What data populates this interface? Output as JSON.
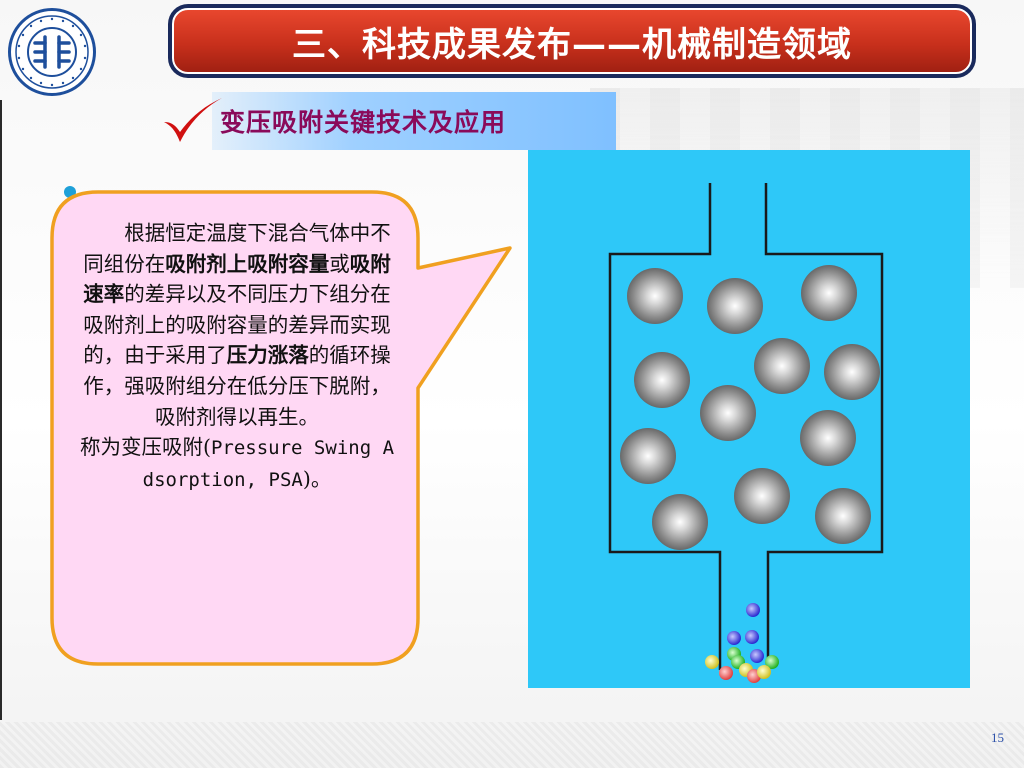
{
  "title": "三、科技成果发布——机械制造领域",
  "subtitle": "变压吸附关键技术及应用",
  "callout": {
    "p1_a": "根据恒定温度下混合气体中不同组份在",
    "p1_b1": "吸附剂上吸附容量",
    "p1_c": "或",
    "p1_b2": "吸附速率",
    "p1_d": "的差异以及不同压力下组分在吸附剂上的吸附容量的差异而实现的，由于采用了",
    "p1_b3": "压力涨落",
    "p1_e": "的循环操作，强吸附组分在低分压下脱附，吸附剂得以再生。",
    "p2_a": "称为变压吸附(",
    "p2_mono": "Pressure Swing Adsorption, PSA",
    "p2_b": ")。"
  },
  "page_number": "15",
  "colors": {
    "title_red": "#d8381f",
    "title_border": "#1a2a5c",
    "subtitle_text": "#8a0a5a",
    "subtitle_bg": "#8fc8ff",
    "callout_fill": "#ffd8f4",
    "callout_border": "#f0a020",
    "panel_bg": "#2ec8f8",
    "check": "#d01010"
  },
  "icons": {
    "logo": "university-seal-icon",
    "check": "checkmark-icon",
    "bullet": "bullet-dot-icon"
  }
}
